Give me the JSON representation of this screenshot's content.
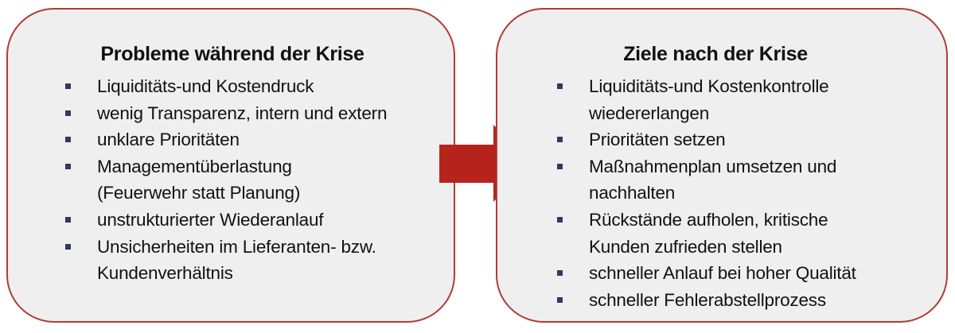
{
  "left": {
    "title": "Probleme während der Krise",
    "items": [
      "Liquiditäts-und Kostendruck",
      "wenig Transparenz, intern und extern",
      "unklare Prioritäten",
      "Managementüberlastung\n(Feuerwehr statt Planung)",
      "unstrukturierter Wiederanlauf",
      "Unsicherheiten im Lieferanten- bzw.\nKundenverhältnis"
    ]
  },
  "right": {
    "title": "Ziele nach der Krise",
    "items": [
      "Liquiditäts-und Kostenkontrolle\nwiedererlangen",
      "Prioritäten setzen",
      "Maßnahmenplan umsetzen und\nnachhalten",
      "Rückstände aufholen, kritische\nKunden zufrieden stellen",
      "schneller Anlauf bei hoher Qualität",
      "schneller Fehlerabstellprozess"
    ]
  },
  "colors": {
    "border": "#b23b35",
    "arrow": "#b5231c",
    "bullet": "#2c3b63",
    "box_fill": "#efefef"
  },
  "icons": {
    "arrow": "arrow-right-icon",
    "bullet": "square-bullet-icon"
  }
}
